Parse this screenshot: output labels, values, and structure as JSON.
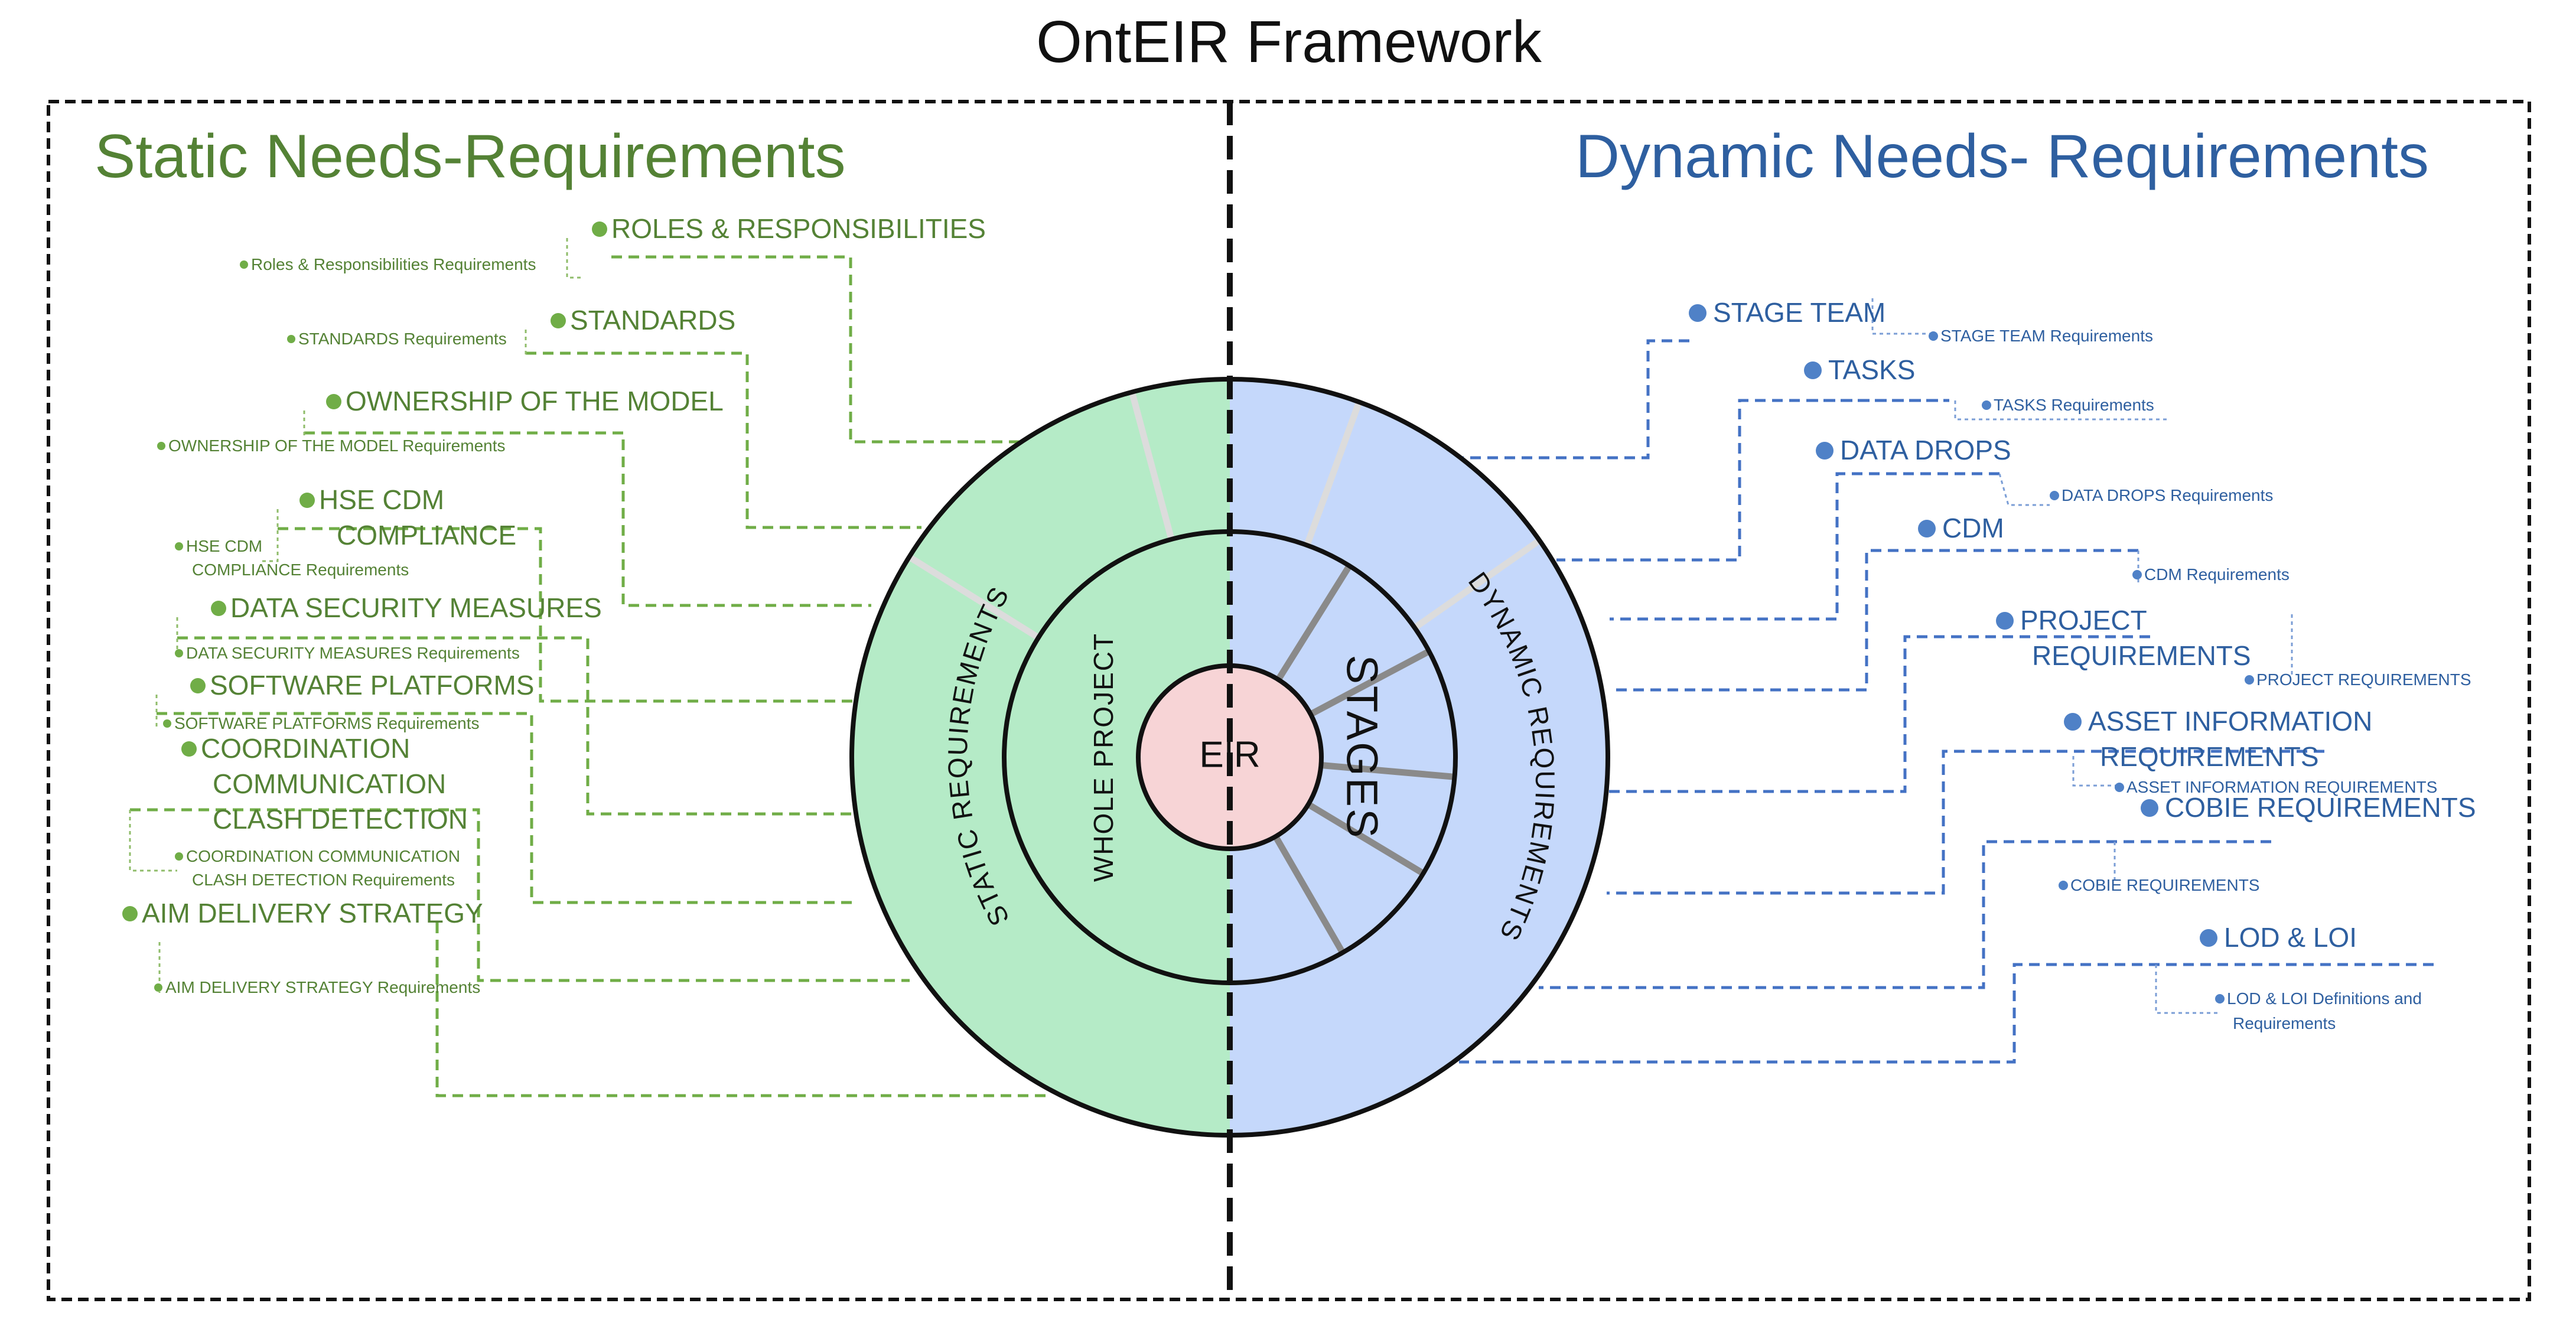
{
  "title": "OntEIR Framework",
  "colors": {
    "static_green": "#548235",
    "static_fill": "#b5ebc7",
    "dynamic_blue": "#2e5fa0",
    "dynamic_fill": "#c5d8fb",
    "eir_fill": "#f7d4d6",
    "frame": "#111111"
  },
  "static": {
    "heading": "Static Needs-Requirements",
    "items": [
      {
        "main": [
          "ROLES & RESPONSIBILITIES"
        ],
        "sub": [
          "Roles & Responsibilities Requirements"
        ]
      },
      {
        "main": [
          "STANDARDS"
        ],
        "sub": [
          "STANDARDS Requirements"
        ]
      },
      {
        "main": [
          "OWNERSHIP OF THE MODEL"
        ],
        "sub": [
          "OWNERSHIP OF THE MODEL Requirements"
        ]
      },
      {
        "main": [
          "HSE CDM",
          "COMPLIANCE"
        ],
        "sub": [
          "HSE CDM",
          "COMPLIANCE Requirements"
        ]
      },
      {
        "main": [
          "DATA SECURITY MEASURES"
        ],
        "sub": [
          "DATA SECURITY MEASURES Requirements"
        ]
      },
      {
        "main": [
          "SOFTWARE PLATFORMS"
        ],
        "sub": [
          "SOFTWARE PLATFORMS Requirements"
        ]
      },
      {
        "main": [
          "COORDINATION",
          "COMMUNICATION",
          "CLASH DETECTION"
        ],
        "sub": [
          "COORDINATION COMMUNICATION",
          "CLASH DETECTION Requirements"
        ]
      },
      {
        "main": [
          "AIM DELIVERY STRATEGY"
        ],
        "sub": [
          "AIM DELIVERY STRATEGY Requirements"
        ]
      }
    ]
  },
  "dynamic": {
    "heading": "Dynamic Needs- Requirements",
    "items": [
      {
        "main": [
          "STAGE TEAM"
        ],
        "sub": [
          "STAGE TEAM Requirements"
        ]
      },
      {
        "main": [
          "TASKS"
        ],
        "sub": [
          "TASKS Requirements"
        ]
      },
      {
        "main": [
          "DATA DROPS"
        ],
        "sub": [
          "DATA DROPS Requirements"
        ]
      },
      {
        "main": [
          "CDM"
        ],
        "sub": [
          "CDM Requirements"
        ]
      },
      {
        "main": [
          "PROJECT",
          "REQUIREMENTS"
        ],
        "sub": [
          "PROJECT REQUIREMENTS"
        ]
      },
      {
        "main": [
          "ASSET INFORMATION",
          "REQUIREMENTS"
        ],
        "sub": [
          "ASSET INFORMATION REQUIREMENTS"
        ]
      },
      {
        "main": [
          "COBIE REQUIREMENTS"
        ],
        "sub": [
          "COBIE REQUIREMENTS"
        ]
      },
      {
        "main": [
          "LOD & LOI"
        ],
        "sub": [
          "LOD & LOI Definitions and",
          "Requirements"
        ]
      }
    ]
  },
  "circle": {
    "outer_left": "STATIC REQUIREMENTS",
    "outer_right": "DYNAMIC REQUIREMENTS",
    "middle_left": "WHOLE PROJECT",
    "middle_right": "STAGES",
    "center": "EIR"
  }
}
